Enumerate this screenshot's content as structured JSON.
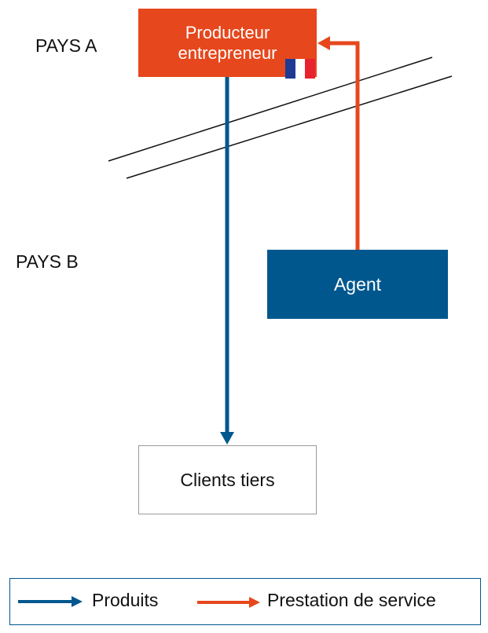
{
  "countries": {
    "a": "PAYS A",
    "b": "PAYS B"
  },
  "nodes": {
    "producer": {
      "line1": "Producteur",
      "line2": "entrepreneur"
    },
    "agent": "Agent",
    "clients": "Clients tiers"
  },
  "legend": {
    "products": "Produits",
    "service": "Prestation de service"
  },
  "colors": {
    "products_blue": "#00578e",
    "service_orange": "#e6471c",
    "flag": [
      "#1f3a93",
      "#ffffff",
      "#e8232f"
    ]
  },
  "icons": {
    "flag": "french-flag-icon"
  }
}
